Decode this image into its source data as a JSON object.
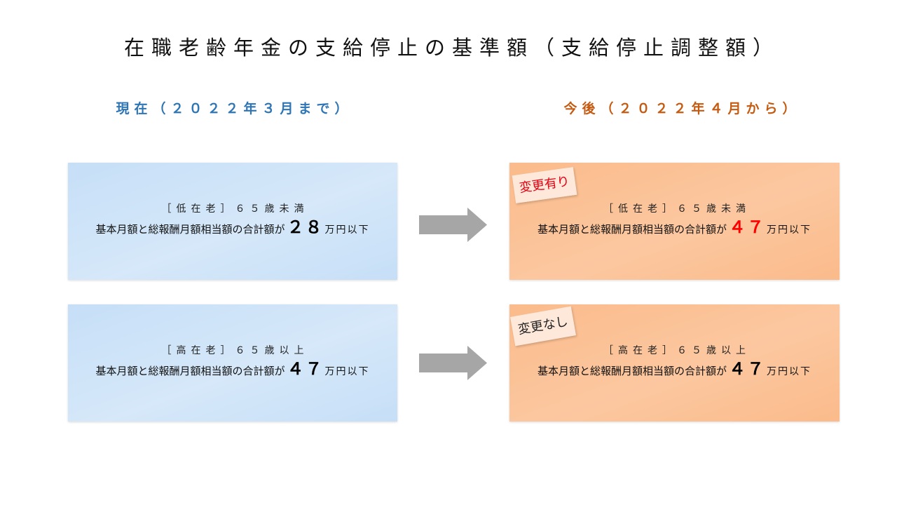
{
  "slide": {
    "title": "在職老齢年金の支給停止の基準額（支給停止調整額）"
  },
  "colors": {
    "current_header": "#2e75b6",
    "future_header": "#c55a11",
    "current_card": "#c6dff7",
    "future_card": "#fbbb8b",
    "arrow": "#a6a6a6",
    "changed_amount": "#ff0000",
    "changed_badge_text": "#e60012"
  },
  "arrow_icon": "right-arrow",
  "current": {
    "header": "現在（２０２２年３月まで）",
    "cards": [
      {
        "label": "［低在老］６５歳未満",
        "condition": "基本月額と総報酬月額相当額の合計額が",
        "amount": "２８",
        "unit": "万円以下"
      },
      {
        "label": "［高在老］６５歳以上",
        "condition": "基本月額と総報酬月額相当額の合計額が",
        "amount": "４７",
        "unit": "万円以下"
      }
    ]
  },
  "future": {
    "header": "今後（２０２２年４月から）",
    "cards": [
      {
        "badge": "変更有り",
        "label": "［低在老］６５歳未満",
        "condition": "基本月額と総報酬月額相当額の合計額が",
        "amount": "４７",
        "unit": "万円以下"
      },
      {
        "badge": "変更なし",
        "label": "［高在老］６５歳以上",
        "condition": "基本月額と総報酬月額相当額の合計額が",
        "amount": "４７",
        "unit": "万円以下"
      }
    ]
  }
}
